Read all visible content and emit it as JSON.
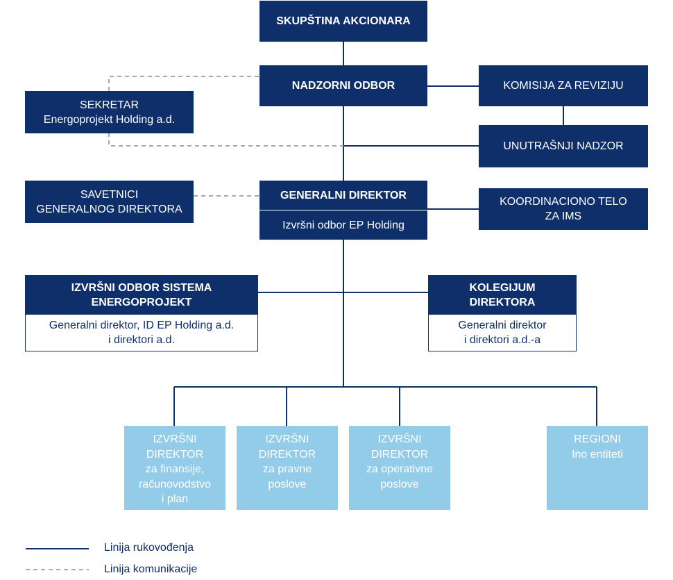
{
  "colors": {
    "dark": "#0f2f6b",
    "light": "#93cce9",
    "dashed": "#a9a9a9"
  },
  "boxes": {
    "skupstina": "SKUPŠTINA AKCIONARA",
    "nadzorni": "NADZORNI ODBOR",
    "komisija": "KOMISIJA ZA REVIZIJU",
    "sekretar": [
      "SEKRETAR",
      "Energoprojekt Holding a.d."
    ],
    "unutrasnji": "UNUTRAŠNJI NADZOR",
    "savetnici": [
      "SAVETNICI",
      "GENERALNOG DIREKTORA"
    ],
    "generalni": {
      "title": "GENERALNI DIREKTOR",
      "sub": "Izvršni odbor EP Holding"
    },
    "koordinaciono": [
      "KOORDINACIONO TELO",
      "ZA IMS"
    ],
    "izvrsni_odbor": {
      "title": [
        "IZVRŠNI ODBOR SISTEMA",
        "ENERGOPROJEKT"
      ],
      "sub": [
        "Generalni direktor, ID EP Holding a.d.",
        "i direktori a.d."
      ]
    },
    "kolegijum": {
      "title": [
        "KOLEGIJUM",
        "DIREKTORA"
      ],
      "sub": [
        "Generalni direktor",
        "i direktori a.d.-a"
      ]
    },
    "id_finansije": [
      "IZVRŠNI",
      "DIREKTOR",
      "za finansije,",
      "računovodstvo",
      "i plan"
    ],
    "id_pravne": [
      "IZVRŠNI",
      "DIREKTOR",
      "za pravne",
      "poslove"
    ],
    "id_operativne": [
      "IZVRŠNI",
      "DIREKTOR",
      "za operativne",
      "poslove"
    ],
    "regioni": [
      "REGIONI",
      "Ino entiteti"
    ]
  },
  "legend": {
    "solid": "Linija rukovođenja",
    "dashed": "Linija komunikacije"
  }
}
